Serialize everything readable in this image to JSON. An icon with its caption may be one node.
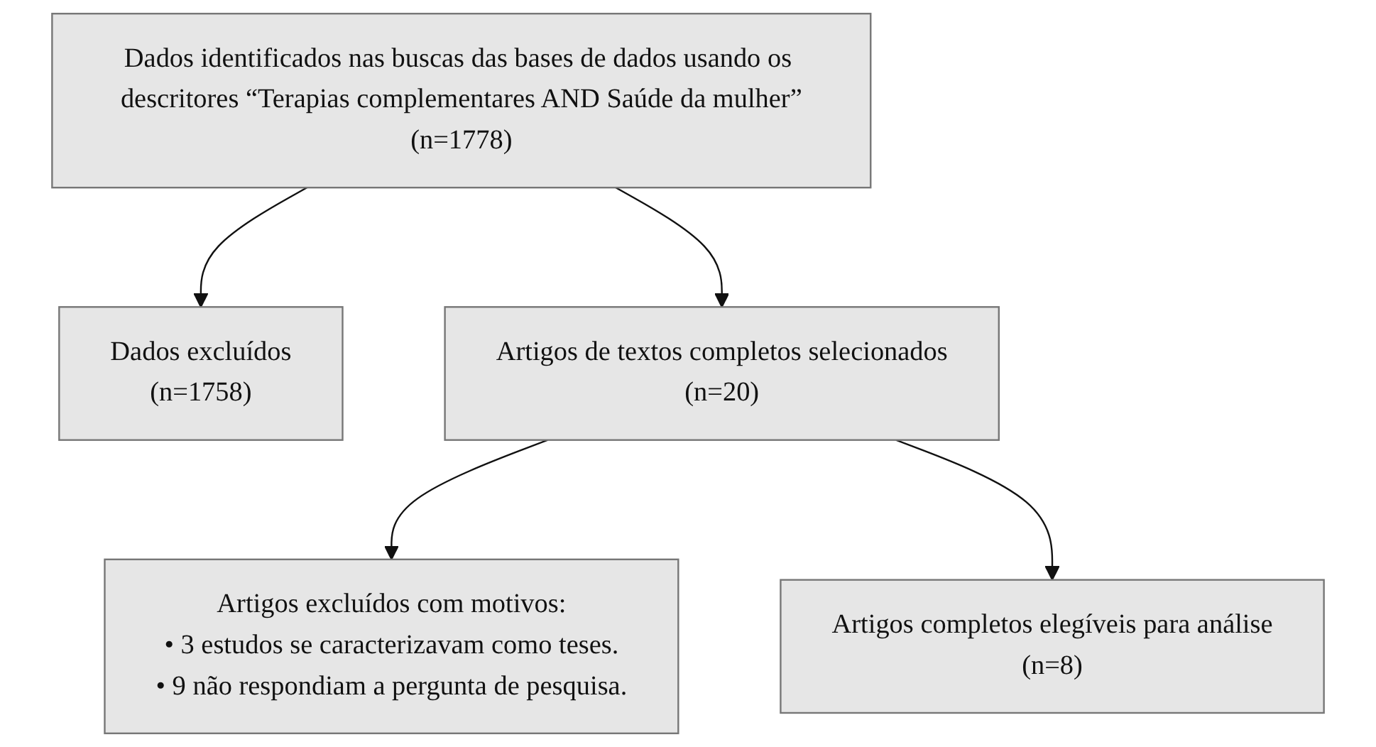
{
  "diagram": {
    "nodes": [
      {
        "text": [
          "Dados identificados nas buscas das bases de dados usando os descritores “Terapias complementares AND Saúde da mulher”",
          "(n=1778)"
        ]
      },
      {
        "text": [
          "Dados excluídos",
          "(n=1758)"
        ]
      },
      {
        "text": [
          "Artigos de textos completos selecionados",
          "(n=20)"
        ]
      },
      {
        "text": [
          "Artigos excluídos com motivos:",
          "• 3 estudos se caracterizavam como teses.",
          "• 9 não respondiam a pergunta de pesquisa."
        ]
      },
      {
        "text": [
          "Artigos completos elegíveis para análise",
          "(n=8)"
        ]
      }
    ],
    "edges": [
      {
        "from": 0,
        "to": 1,
        "arrow": "to"
      },
      {
        "from": 0,
        "to": 2,
        "arrow": "to"
      },
      {
        "from": 2,
        "to": 3,
        "arrow": "to"
      },
      {
        "from": 2,
        "to": 4,
        "arrow": "to"
      }
    ]
  }
}
